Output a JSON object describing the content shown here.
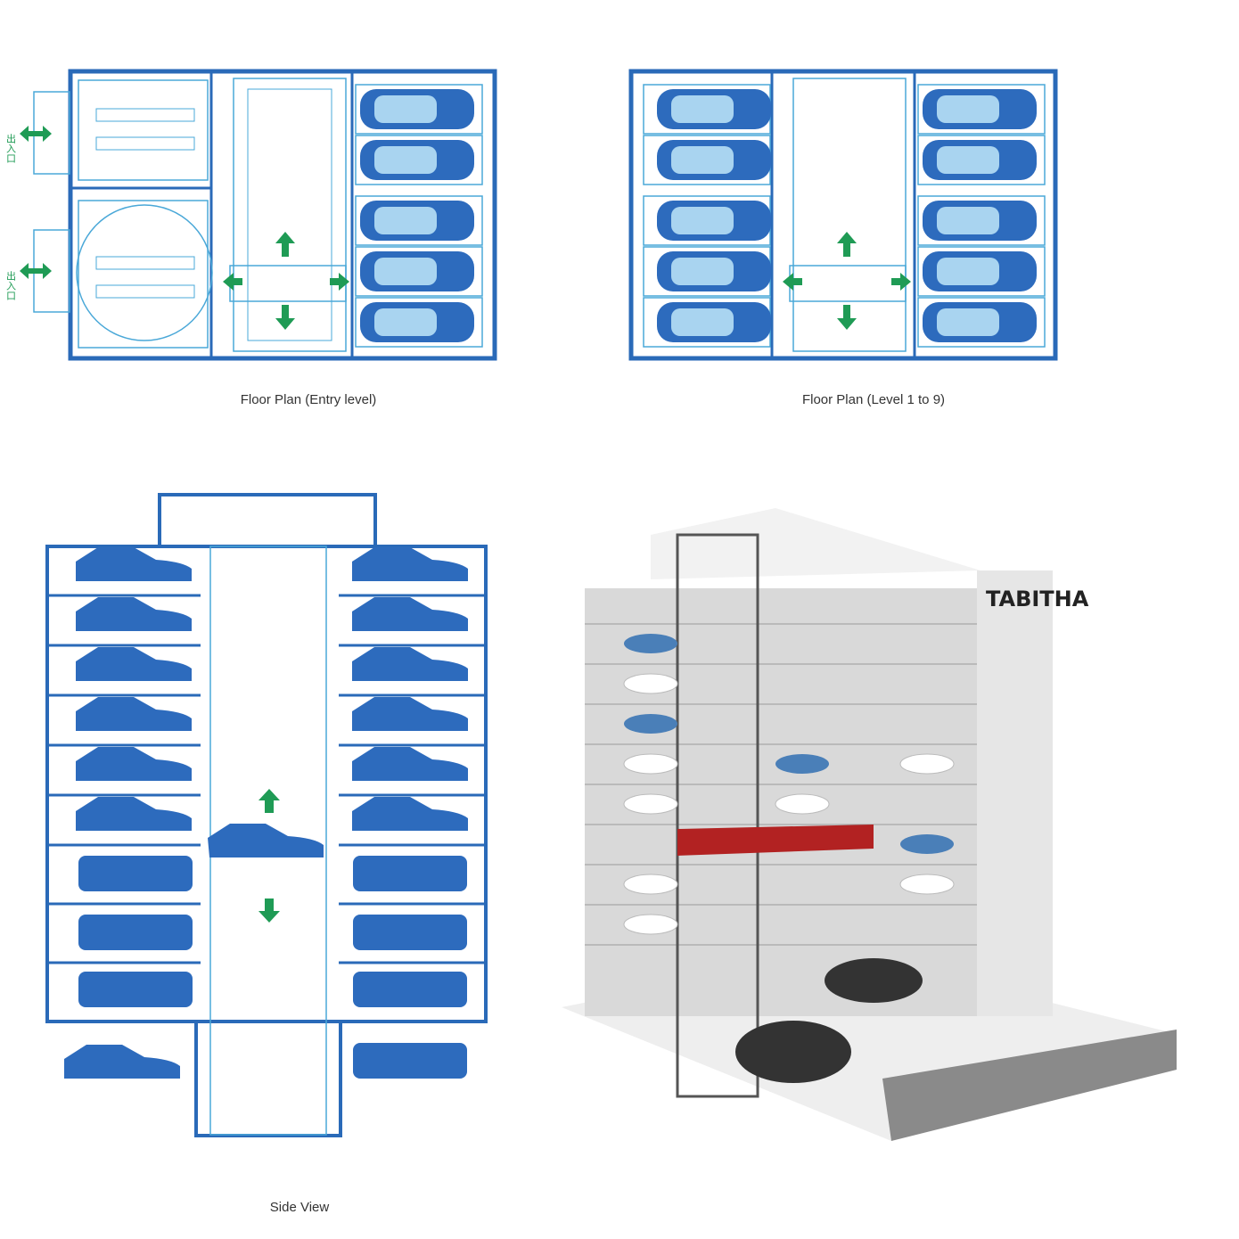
{
  "captions": {
    "entry_plan": "Floor Plan (Entry level)",
    "level_plan": "Floor Plan (Level 1 to 9)",
    "side_view": "Side View"
  },
  "entry_side_label": "出入口",
  "brand_sign": "TABITHA",
  "colors": {
    "wall": "#2a6ab8",
    "line": "#4aa8d8",
    "car": "#2d6bbd",
    "car_glass": "#a9d4f0",
    "arrow": "#1f9b55",
    "frame": "#b22222"
  },
  "icons": {
    "arrow": "arrow-icon",
    "car_top": "car-top-view-icon",
    "car_side": "car-side-view-icon"
  }
}
